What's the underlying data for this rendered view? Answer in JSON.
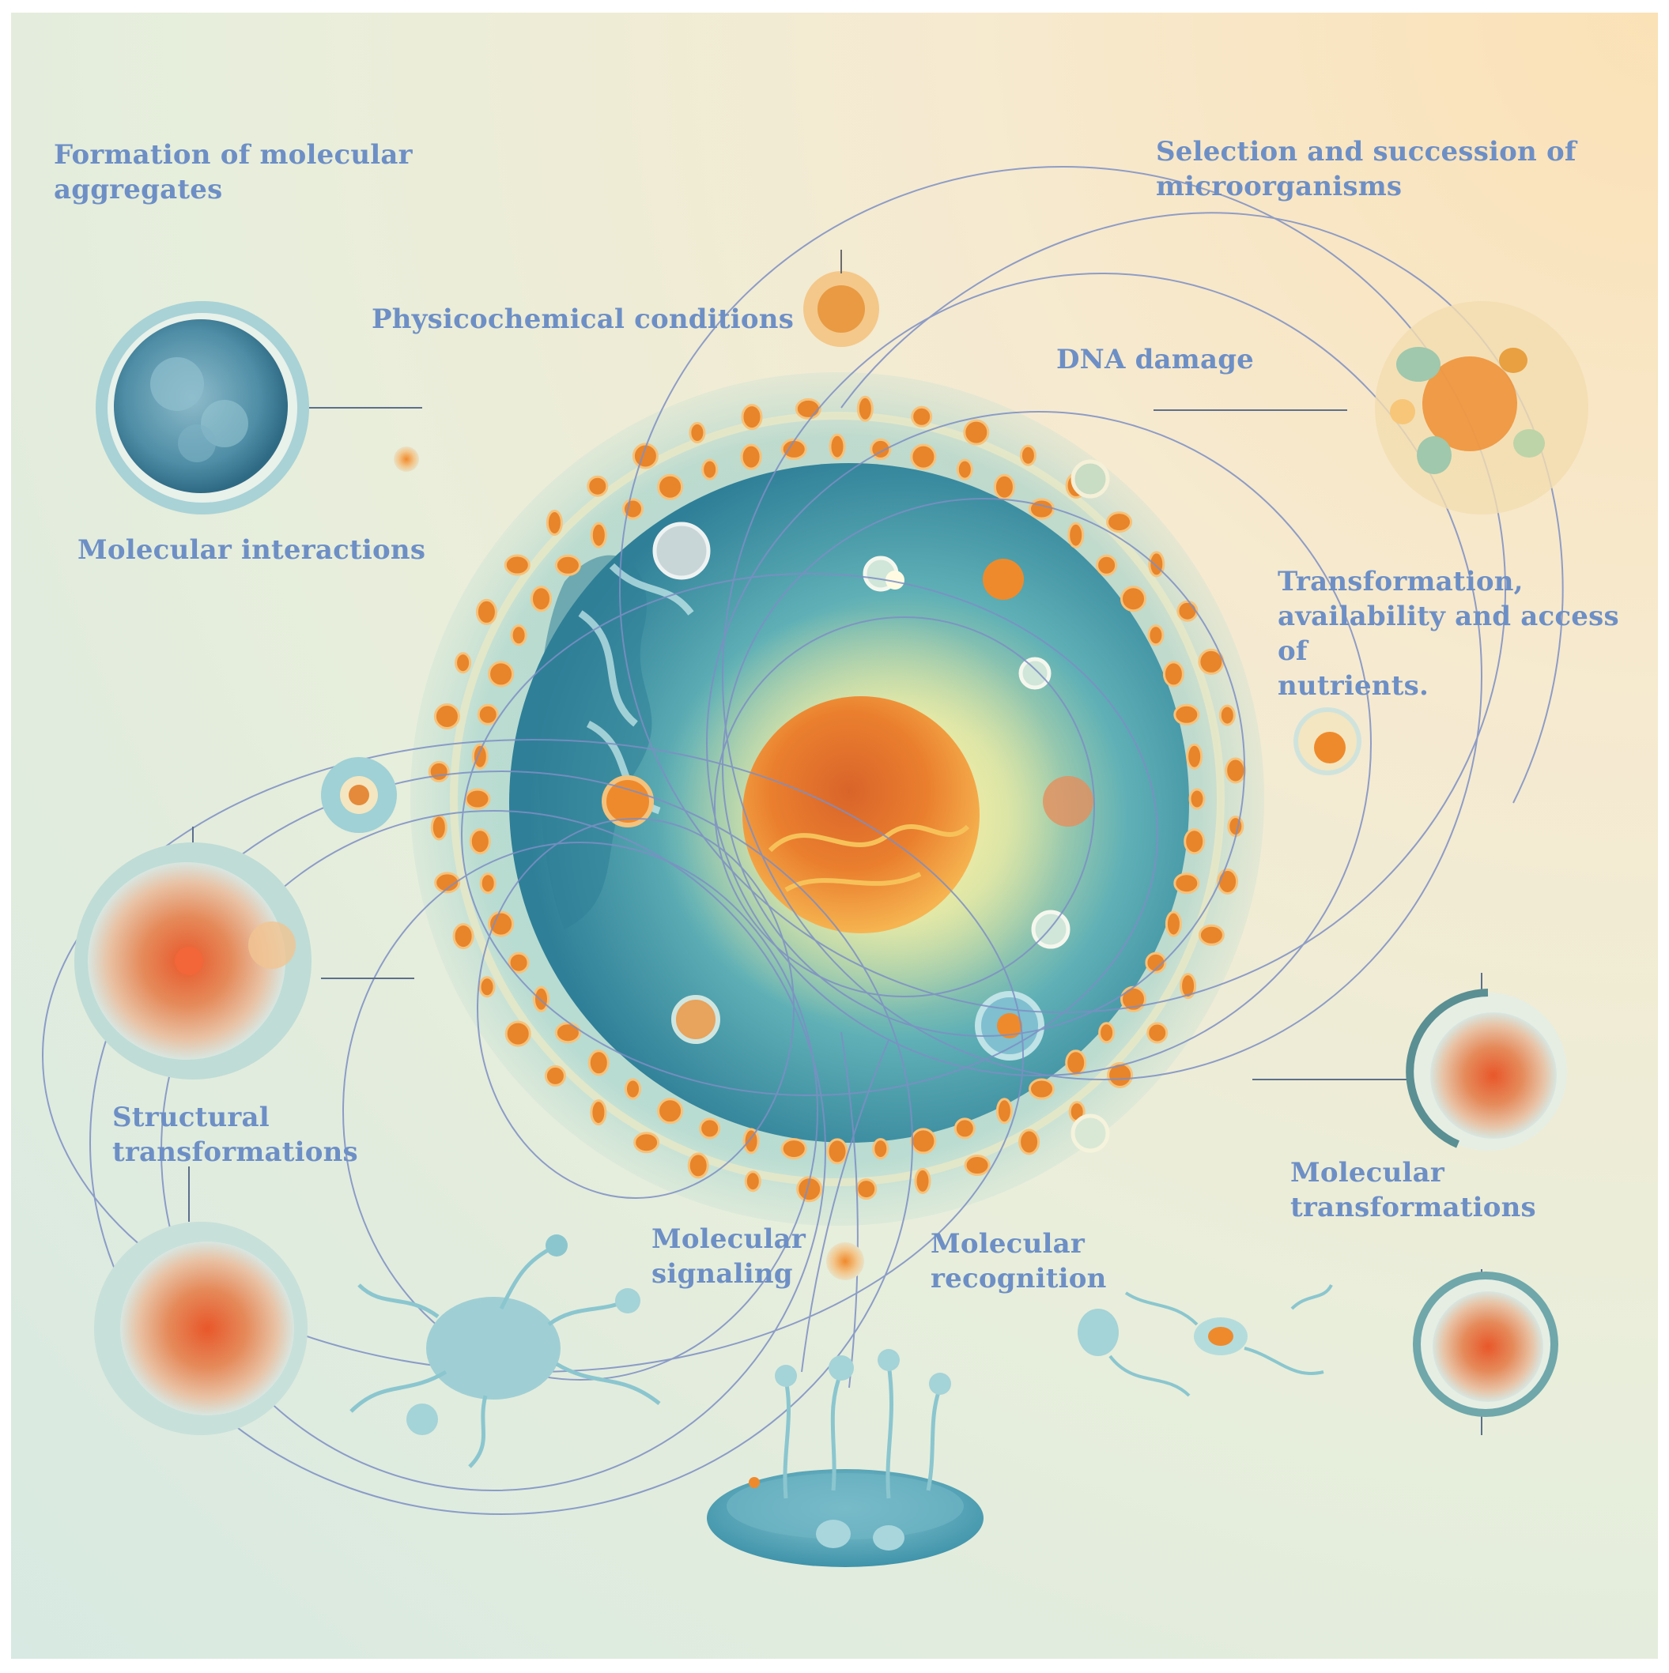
{
  "labels": {
    "formation_of_molecular_aggregates": "Formation of molecular\naggregates",
    "selection_and_succession": "Selection and succession of\nmicroorganisms",
    "physicochemical_conditions": "Physicochemical conditions",
    "dna_damage": "DNA damage",
    "molecular_interactions": "Molecular interactions",
    "transformation_of_nutrients": "Transformation,\navailability and access of\nnutrients.",
    "structural_transformations": "Structural\ntransformations",
    "molecular_transformations": "Molecular\ntransformations",
    "molecular_signaling": "Molecular\nsignaling",
    "molecular_recognition": "Molecular\nrecognition"
  },
  "colors": {
    "label_text": "#6d8fc6",
    "orbit_line": "#7d8fc4",
    "cell_teal": "#3f8fa6",
    "nucleus_orange": "#ef8a2c",
    "granule_orange": "#e8842a"
  }
}
